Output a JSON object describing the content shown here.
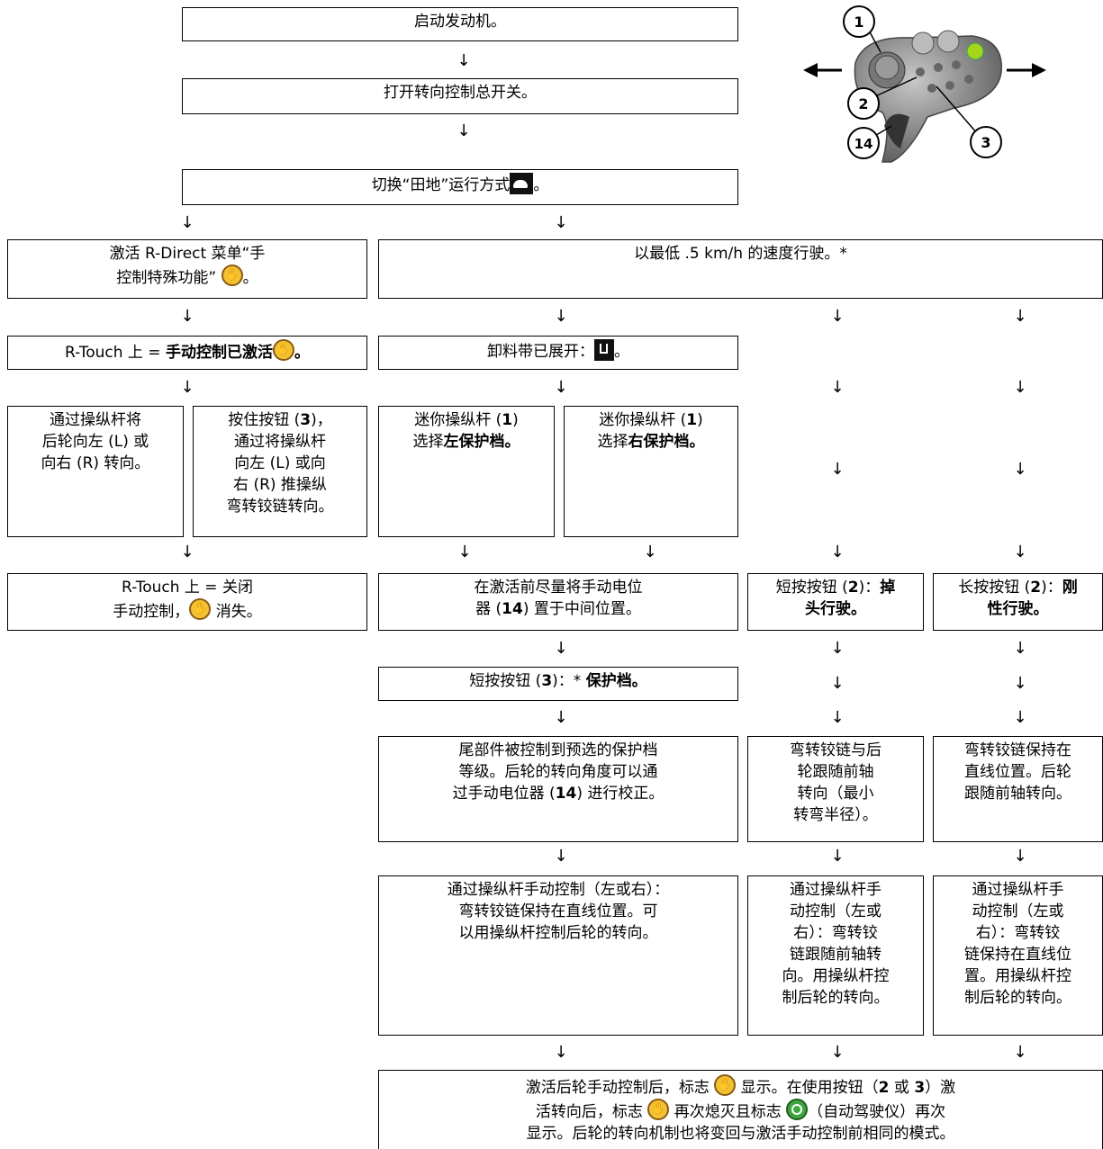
{
  "steps": {
    "start_engine": "启动发动机。",
    "steering_switch": "打开转向控制总开关。",
    "field_mode_pre": "切换“田地”运行方式",
    "field_mode_post": "。",
    "rdirect_1": "激活 R-Direct 菜单“手",
    "rdirect_2": "控制特殊功能”",
    "rdirect_3": "。",
    "speed": "以最低 .5 km/h 的速度行驶。*",
    "rtouch_active_pre": "R-Touch 上 = ",
    "rtouch_active_bold": "手动控制已激活",
    "rtouch_active_post": "。",
    "unload_pre": "卸料带已展开：",
    "unload_post": "。",
    "joystick_rear": [
      "通过操纵杆将",
      "后轮向左 (L) 或",
      "向右 (R) 转向。"
    ],
    "hold_btn_a": "按住按钮 (",
    "hold_btn_num": "3",
    "hold_btn_b": ")，",
    "hold_btn_lines": [
      "通过将操纵杆",
      "向左 (L) 或向",
      "右 (R) 推操纵",
      "弯转铰链转向。"
    ],
    "mini_left_a": "迷你操纵杆 (",
    "mini_left_num": "1",
    "mini_left_b": ")",
    "mini_left_c": "选择",
    "mini_left_bold": "左保护档",
    "mini_left_d": "。",
    "mini_right_a": "迷你操纵杆 (",
    "mini_right_num": "1",
    "mini_right_b": ")",
    "mini_right_c": "选择",
    "mini_right_bold": "右保护档",
    "mini_right_d": "。",
    "rtouch_close_1": "R-Touch 上 = 关闭",
    "rtouch_close_2a": "手动控制，",
    "rtouch_close_2b": " 消失。",
    "pot_1": "在激活前尽量将手动电位",
    "pot_2a": "器 (",
    "pot_2num": "14",
    "pot_2b": ") 置于中间位置。",
    "short_press_2_a": "短按按钮 (",
    "short_press_2_num": "2",
    "short_press_2_b": ")：",
    "short_press_2_bold1": "掉",
    "short_press_2_bold2": "头行驶",
    "short_press_2_c": "。",
    "long_press_2_a": "长按按钮 (",
    "long_press_2_num": "2",
    "long_press_2_b": ")：",
    "long_press_2_bold1": "刚",
    "long_press_2_bold2": "性行驶",
    "long_press_2_c": "。",
    "short_press_3_a": "短按按钮 (",
    "short_press_3_num": "3",
    "short_press_3_b": ")：* ",
    "short_press_3_bold": "保护档",
    "short_press_3_c": "。",
    "tail_1": "尾部件被控制到预选的保护档",
    "tail_2": "等级。后轮的转向角度可以通",
    "tail_3a": "过手动电位器 (",
    "tail_3num": "14",
    "tail_3b": ") 进行校正。",
    "articulation_follow": [
      "弯转铰链与后",
      "轮跟随前轴",
      "转向（最小",
      "转弯半径）。"
    ],
    "articulation_straight": [
      "弯转铰链保持在",
      "直线位置。后轮",
      "跟随前轴转向。"
    ],
    "manual_joystick_1": [
      "通过操纵杆手动控制（左或右）：",
      "弯转铰链保持在直线位置。可",
      "以用操纵杆控制后轮的转向。"
    ],
    "manual_joystick_2": [
      "通过操纵杆手",
      "动控制（左或",
      "右）：弯转铰",
      "链跟随前轴转",
      "向。用操纵杆控",
      "制后轮的转向。"
    ],
    "manual_joystick_3": [
      "通过操纵杆手",
      "动控制（左或",
      "右）：弯转铰",
      "链保持在直线位",
      "置。用操纵杆控",
      "制后轮的转向。"
    ],
    "final_1a": "激活后轮手动控制后，标志 ",
    "final_1b": " 显示。在使用按钮（",
    "final_1num1": "2",
    "final_1c": " 或 ",
    "final_1num2": "3",
    "final_1d": "）激",
    "final_2a": "活转向后，标志 ",
    "final_2b": " 再次熄灭且标志 ",
    "final_2c": "（自动驾驶仪）再次",
    "final_3": "显示。后轮的转向机制也将变回与激活手动控制前相同的模式。"
  },
  "arrow_glyph": "↓",
  "joystick_callouts": [
    "1",
    "2",
    "3",
    "14"
  ],
  "icons": {
    "manual_control": "hand-icon",
    "autopilot": "steering-wheel-icon",
    "field_mode": "turtle-icon",
    "unloading_belt": "unloading-belt-icon"
  },
  "colors": {
    "hand_icon": "#f2c233",
    "autopilot_icon": "#3fa63f",
    "joystick_button": "#a6d61a"
  }
}
